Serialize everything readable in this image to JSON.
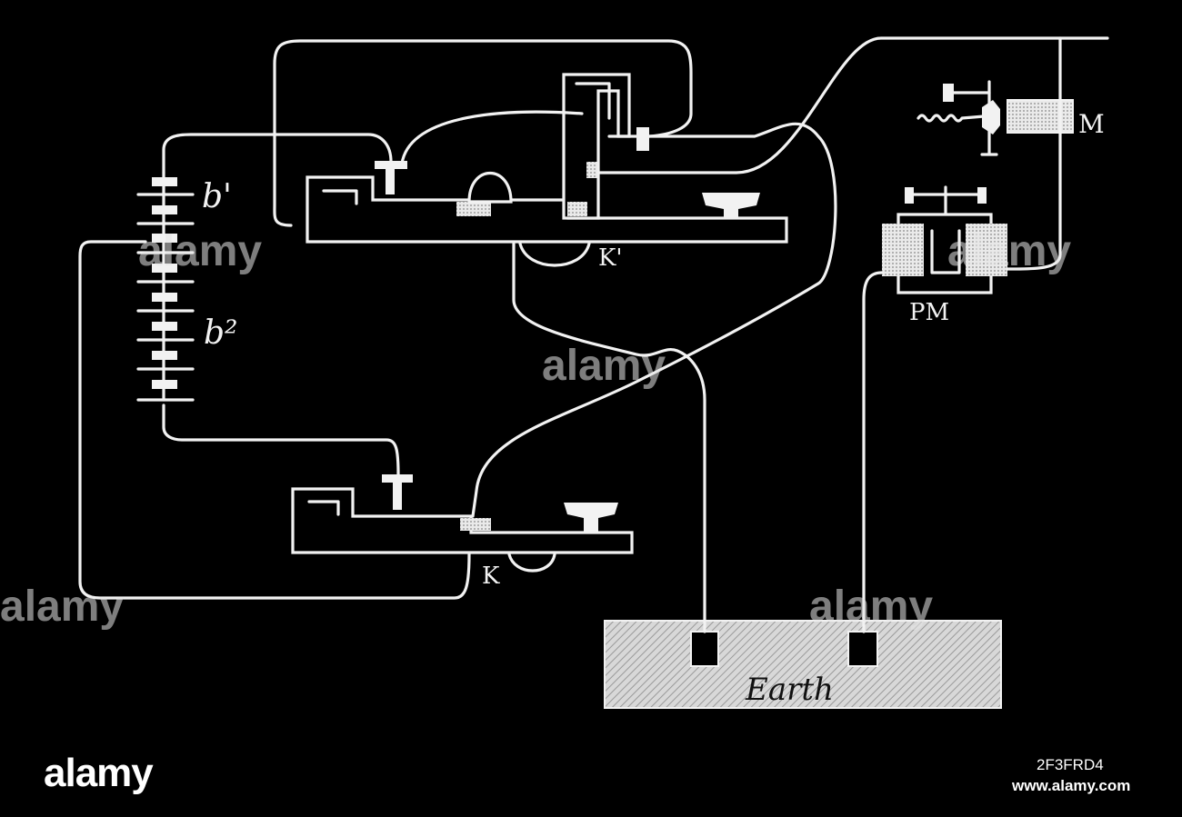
{
  "diagram": {
    "labels": {
      "battery_upper": "b'",
      "battery_lower": "b²",
      "key_upper": "K'",
      "key_lower": "K",
      "magnet": "M",
      "polarized_magnet": "PM",
      "earth": "Earth"
    }
  },
  "watermark": {
    "text": "alamy",
    "image_id": "2F3FRD4",
    "site": "www.alamy.com"
  },
  "colors": {
    "background": "#000000",
    "line": "#f2f2f2",
    "earth_fill": "#dcdcdc"
  }
}
